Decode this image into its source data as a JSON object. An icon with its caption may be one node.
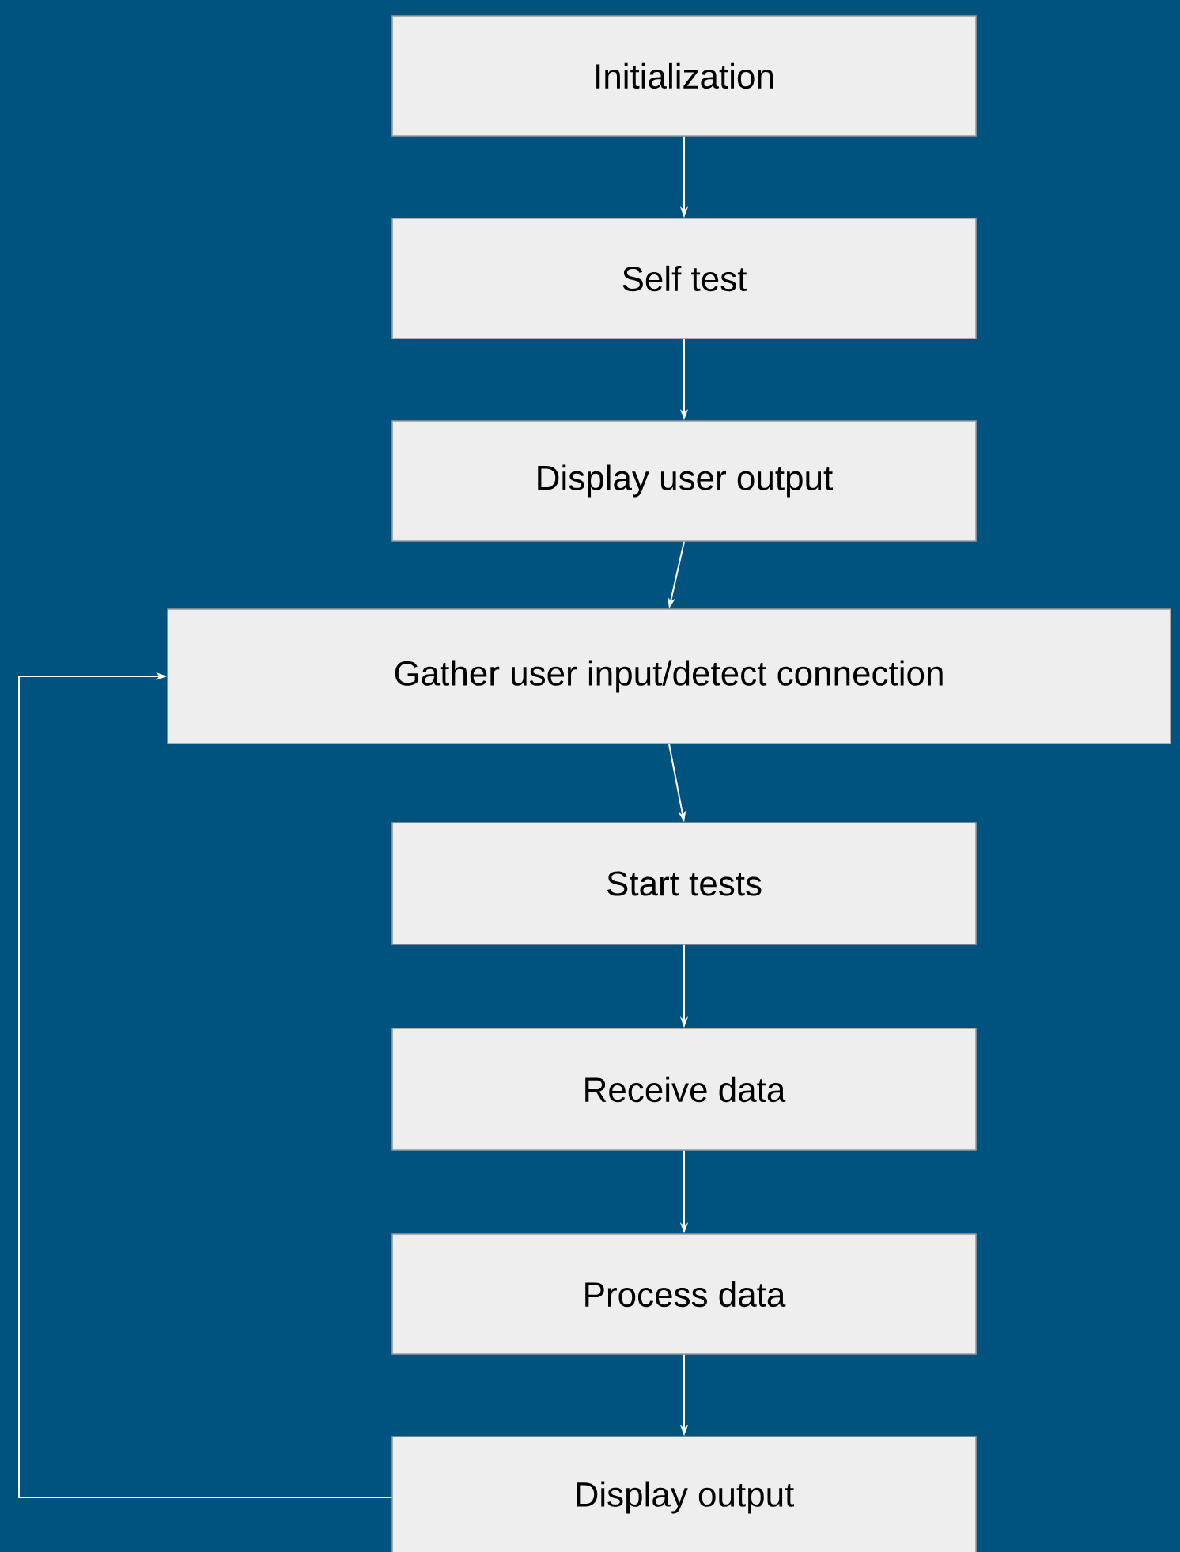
{
  "diagram": {
    "nodes": [
      {
        "text": [
          "Initialization"
        ]
      },
      {
        "text": [
          "Self test"
        ]
      },
      {
        "text": [
          "Display user output"
        ]
      },
      {
        "text": [
          "Gather user input/detect connection"
        ]
      },
      {
        "text": [
          "Start tests"
        ]
      },
      {
        "text": [
          "Receive data"
        ]
      },
      {
        "text": [
          "Process data"
        ]
      },
      {
        "text": [
          "Display output"
        ]
      }
    ],
    "edges": [
      {
        "from": 0,
        "to": 1,
        "arrow": "to"
      },
      {
        "from": 1,
        "to": 2,
        "arrow": "to"
      },
      {
        "from": 2,
        "to": 3,
        "arrow": "to"
      },
      {
        "from": 3,
        "to": 4,
        "arrow": "to"
      },
      {
        "from": 4,
        "to": 5,
        "arrow": "to"
      },
      {
        "from": 5,
        "to": 6,
        "arrow": "to"
      },
      {
        "from": 6,
        "to": 7,
        "arrow": "to"
      },
      {
        "from": 7,
        "to": 3,
        "arrow": "to"
      }
    ]
  }
}
